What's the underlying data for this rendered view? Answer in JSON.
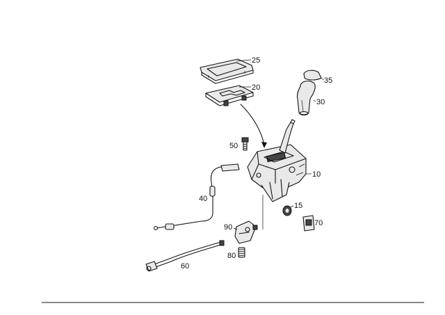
{
  "diagram": {
    "callouts": [
      {
        "id": "25",
        "label": "25"
      },
      {
        "id": "20",
        "label": "20"
      },
      {
        "id": "35",
        "label": "35"
      },
      {
        "id": "30",
        "label": "30"
      },
      {
        "id": "50",
        "label": "50"
      },
      {
        "id": "10",
        "label": "10"
      },
      {
        "id": "40",
        "label": "40"
      },
      {
        "id": "15",
        "label": "15"
      },
      {
        "id": "70",
        "label": "70"
      },
      {
        "id": "90",
        "label": "90"
      },
      {
        "id": "80",
        "label": "80"
      },
      {
        "id": "60",
        "label": "60"
      }
    ],
    "line_color": "#111111",
    "part_fill": "#e9e9e9"
  }
}
